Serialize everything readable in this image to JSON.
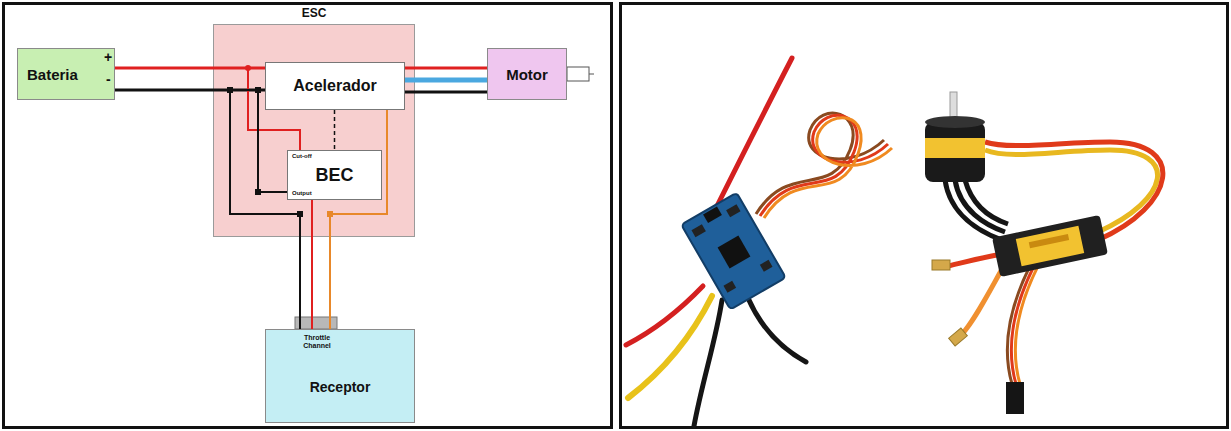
{
  "diagram": {
    "nodes": [
      {
        "text": [
          "ESC"
        ]
      },
      {
        "text": [
          "Bateria"
        ]
      },
      {
        "text": [
          "Acelerador"
        ],
        "in": 0
      },
      {
        "text": [
          "Cut-off",
          "BEC",
          "Output"
        ],
        "in": 0
      },
      {
        "text": [
          "Motor"
        ]
      },
      {
        "text": [
          "Throttle Channel",
          "Receptor"
        ]
      }
    ],
    "edges": [
      {
        "from": 1,
        "to": 2,
        "arrow": "none"
      },
      {
        "from": 2,
        "to": 4,
        "arrow": "none"
      },
      {
        "from": 1,
        "to": 3,
        "arrow": "none"
      },
      {
        "from": 2,
        "to": 3,
        "arrow": "none"
      },
      {
        "from": 3,
        "to": 5,
        "arrow": "none"
      },
      {
        "from": 2,
        "to": 5,
        "arrow": "none"
      },
      {
        "from": 1,
        "to": 5,
        "arrow": "none"
      }
    ],
    "labels": [
      "+",
      "-"
    ]
  }
}
